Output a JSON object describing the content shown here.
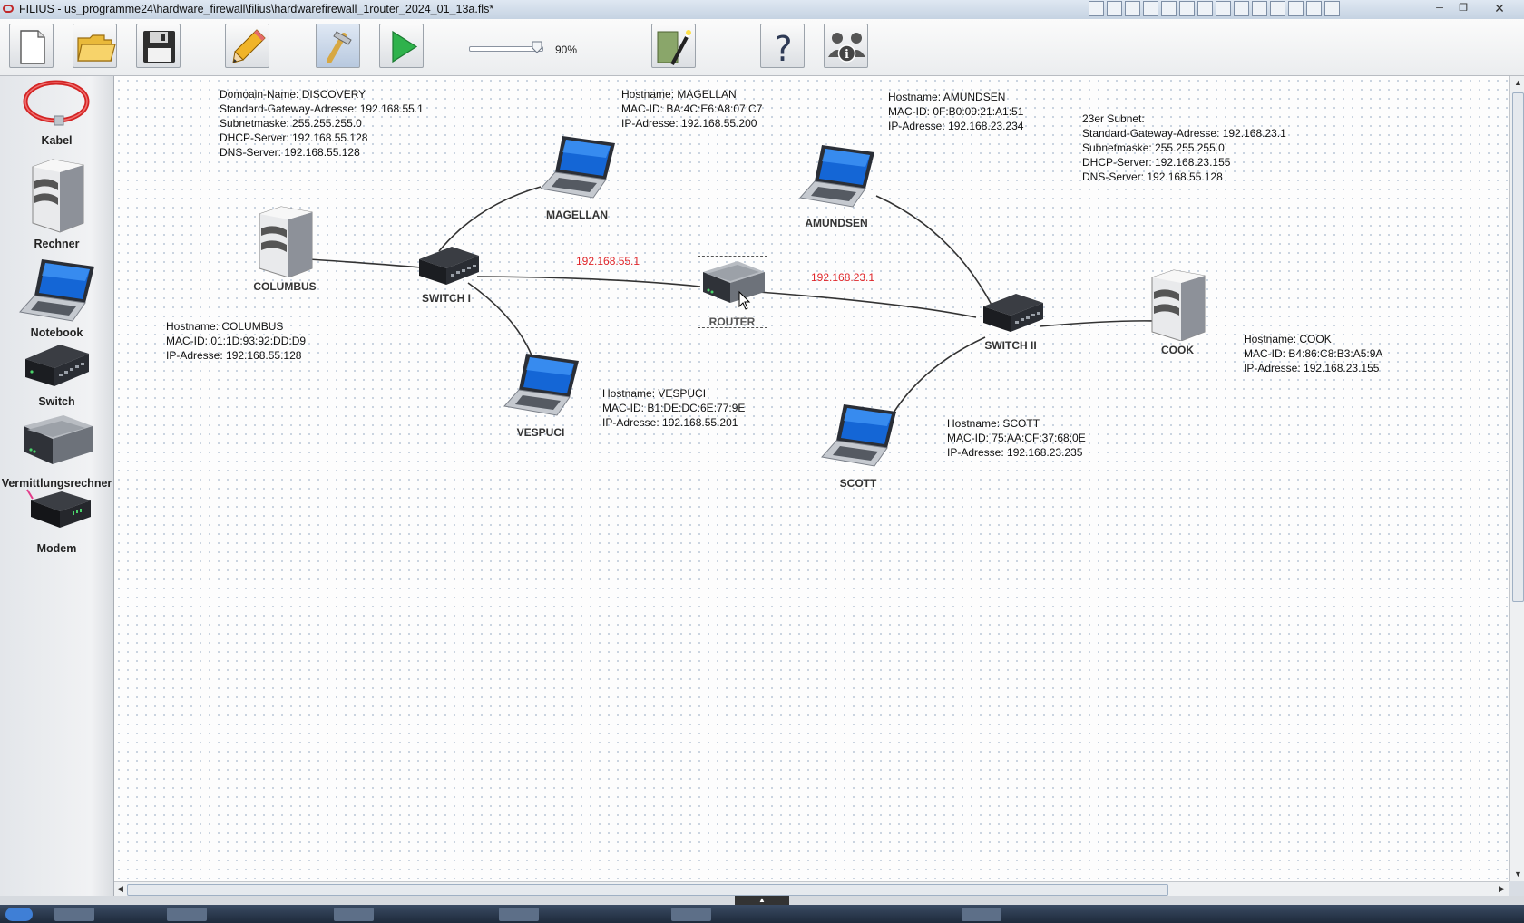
{
  "window": {
    "title": "FILIUS - us_programme24\\hardware_firewall\\filius\\hardwarefirewall_1router_2024_01_13a.fls*",
    "controls": [
      "minimize",
      "maximize",
      "close"
    ]
  },
  "toolbar": {
    "buttons": [
      {
        "name": "new-file",
        "icon": "blank-page-icon"
      },
      {
        "name": "open-file",
        "icon": "folder-icon"
      },
      {
        "name": "save-file",
        "icon": "floppy-disk-icon"
      },
      {
        "name": "design-mode",
        "icon": "pencil-icon"
      },
      {
        "name": "construct-mode",
        "icon": "hammer-icon"
      },
      {
        "name": "simulation-mode",
        "icon": "play-icon"
      },
      {
        "name": "wizard",
        "icon": "magic-wand-icon"
      },
      {
        "name": "help",
        "icon": "question-mark-icon"
      },
      {
        "name": "about",
        "icon": "people-info-icon"
      }
    ],
    "zoom": {
      "label": "90%",
      "value": 0.9
    }
  },
  "palette": {
    "items": [
      {
        "id": "kabel",
        "label": "Kabel",
        "icon": "cable-icon"
      },
      {
        "id": "rechner",
        "label": "Rechner",
        "icon": "computer-tower-icon"
      },
      {
        "id": "notebook",
        "label": "Notebook",
        "icon": "laptop-icon"
      },
      {
        "id": "switch",
        "label": "Switch",
        "icon": "switch-icon"
      },
      {
        "id": "vermittlungsrechner",
        "label": "Vermittlungsrechner",
        "icon": "router-icon"
      },
      {
        "id": "modem",
        "label": "Modem",
        "icon": "modem-icon"
      }
    ]
  },
  "network": {
    "nodes": {
      "columbus": {
        "label": "COLUMBUS",
        "type": "rechner"
      },
      "switch1": {
        "label": "SWITCH I",
        "type": "switch"
      },
      "magellan": {
        "label": "MAGELLAN",
        "type": "notebook"
      },
      "vespuci": {
        "label": "VESPUCI",
        "type": "notebook"
      },
      "router": {
        "label": "ROUTER",
        "type": "vermittlungsrechner"
      },
      "amundsen": {
        "label": "AMUNDSEN",
        "type": "notebook"
      },
      "switch2": {
        "label": "SWITCH II",
        "type": "switch"
      },
      "cook": {
        "label": "COOK",
        "type": "rechner"
      },
      "scott": {
        "label": "SCOTT",
        "type": "notebook"
      }
    },
    "router_interfaces": {
      "left": "192.168.55.1",
      "right": "192.168.23.1"
    },
    "notes": {
      "discovery": [
        "Domoain-Name: DISCOVERY",
        "Standard-Gateway-Adresse: 192.168.55.1",
        "Subnetmaske: 255.255.255.0",
        "DHCP-Server: 192.168.55.128",
        "DNS-Server: 192.168.55.128"
      ],
      "subnet23": [
        "23er Subnet:",
        "Standard-Gateway-Adresse: 192.168.23.1",
        "Subnetmaske: 255.255.255.0",
        "DHCP-Server: 192.168.23.155",
        "DNS-Server: 192.168.55.128"
      ],
      "magellan": [
        "Hostname: MAGELLAN",
        "MAC-ID: BA:4C:E6:A8:07:C7",
        "IP-Adresse: 192.168.55.200"
      ],
      "amundsen": [
        "Hostname: AMUNDSEN",
        "MAC-ID: 0F:B0:09:21:A1:51",
        "IP-Adresse: 192.168.23.234"
      ],
      "columbus": [
        "Hostname: COLUMBUS",
        "MAC-ID: 01:1D:93:92:DD:D9",
        "IP-Adresse: 192.168.55.128"
      ],
      "vespuci": [
        "Hostname: VESPUCI",
        "MAC-ID: B1:DE:DC:6E:77:9E",
        "IP-Adresse: 192.168.55.201"
      ],
      "cook": [
        "Hostname: COOK",
        "MAC-ID: B4:86:C8:B3:A5:9A",
        "IP-Adresse: 192.168.23.155"
      ],
      "scott": [
        "Hostname: SCOTT",
        "MAC-ID: 75:AA:CF:37:68:0E",
        "IP-Adresse: 192.168.23.235"
      ]
    }
  },
  "colors": {
    "ip_label": "#e0262a",
    "wire": "#333333"
  }
}
